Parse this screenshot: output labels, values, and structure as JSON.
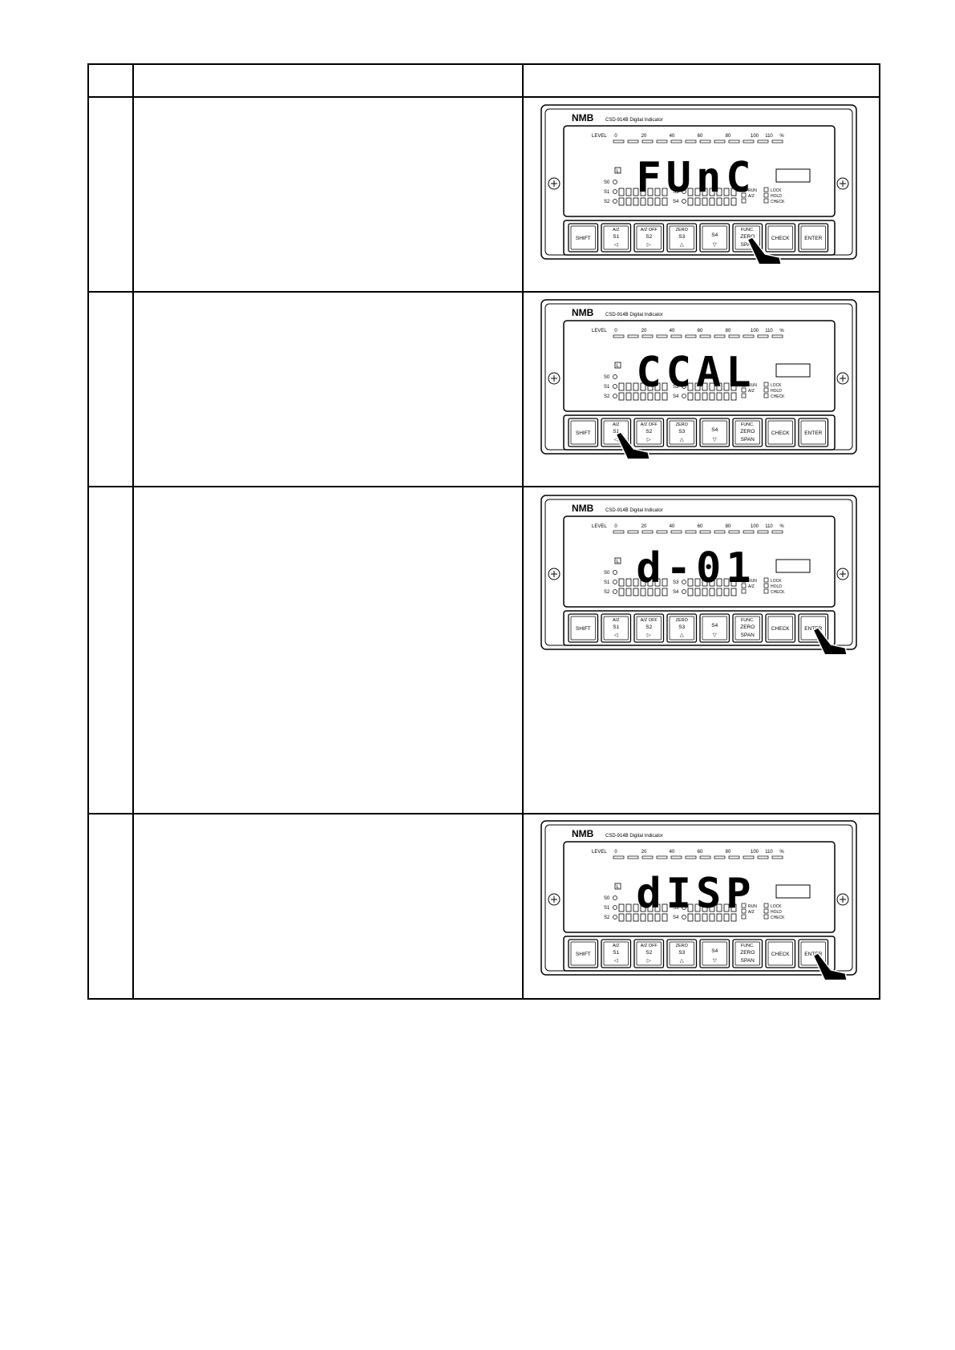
{
  "device": {
    "brand": "NMB",
    "model": "CSD-914B Digital Indicator",
    "level_label": "LEVEL",
    "level_ticks": [
      "0",
      "20",
      "40",
      "60",
      "80",
      "100",
      "110",
      "%"
    ],
    "status_labels": [
      "RUN",
      "A/Z",
      "LOCK",
      "HOLD",
      "CHECK"
    ],
    "setpoint_labels": [
      "S0",
      "S1",
      "S2",
      "S3",
      "S4"
    ],
    "l_indicator": "L",
    "buttons": [
      {
        "top": "",
        "main": "SHIFT",
        "sub": ""
      },
      {
        "top": "A/Z",
        "main": "S1",
        "sub": "◁"
      },
      {
        "top": "A/Z OFF",
        "main": "S2",
        "sub": "▷"
      },
      {
        "top": "ZERO",
        "main": "S3",
        "sub": "△"
      },
      {
        "top": "",
        "main": "S4",
        "sub": "▽"
      },
      {
        "top": "FUNC.",
        "main": "ZERO",
        "sub": "SPAN"
      },
      {
        "top": "",
        "main": "CHECK",
        "sub": ""
      },
      {
        "top": "",
        "main": "ENTER",
        "sub": ""
      }
    ]
  },
  "steps": [
    {
      "display": "FUnC",
      "pressed_button": "FUNC."
    },
    {
      "display": "CCAL",
      "pressed_button": "S1"
    },
    {
      "display": "d-01",
      "pressed_button": "ENTER"
    },
    {
      "display": "dISP",
      "pressed_button": "ENTER"
    }
  ]
}
